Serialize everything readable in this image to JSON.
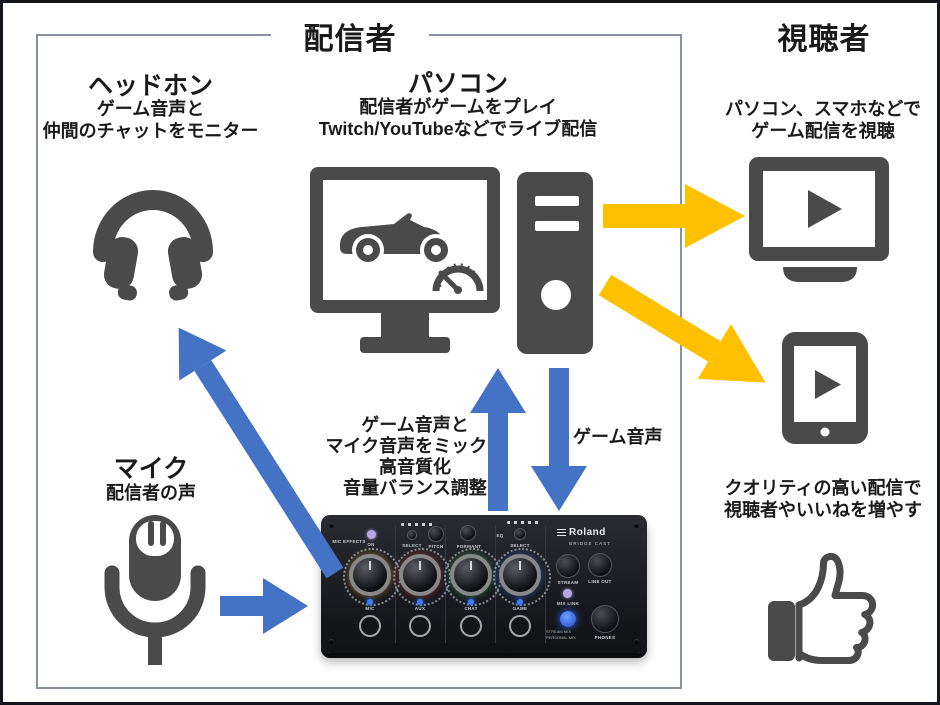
{
  "streamer": {
    "title": "配信者"
  },
  "viewer": {
    "title": "視聴者",
    "watch_line1": "パソコン、スマホなどで",
    "watch_line2": "ゲーム配信を視聴",
    "quality_line1": "クオリティの高い配信で",
    "quality_line2": "視聴者やいいねを増やす"
  },
  "headphones": {
    "title": "ヘッドホン",
    "desc_line1": "ゲーム音声と",
    "desc_line2": "仲間のチャットをモニター"
  },
  "pc": {
    "title": "パソコン",
    "desc_line1": "配信者がゲームをプレイ",
    "desc_line2": "Twitch/YouTubeなどでライブ配信"
  },
  "mic": {
    "title": "マイク",
    "desc": "配信者の声"
  },
  "mixer_note": {
    "line1": "ゲーム音声と",
    "line2": "マイク音声をミックス",
    "line3": "高音質化",
    "line4": "音量バランス調整"
  },
  "game_audio_label": "ゲーム音声",
  "device": {
    "brand": "Roland",
    "model": "BRIDGE CAST",
    "mic_effects": "MIC EFFECTS",
    "on": "ON",
    "select": "SELECT",
    "pitch": "PITCH",
    "formant": "FORMANT",
    "eq": "EQ",
    "channels": [
      "MIC",
      "AUX",
      "CHAT",
      "GAME"
    ],
    "stream": "STREAM",
    "line_out": "LINE OUT",
    "mix_link": "MIX LINK",
    "phones": "PHONES",
    "mix_mode_line1": "STREAM MIX",
    "mix_mode_line2": "PERSONAL MIX"
  },
  "colors": {
    "arrow_blue": "#4472C4",
    "arrow_yellow": "#FFC000",
    "icon_gray": "#4A4A4A",
    "box_border": "#8A939C",
    "knob_mic": "#D79A2B",
    "knob_aux": "#C03530",
    "knob_chat": "#2FA14D",
    "knob_game": "#2D5FD3"
  }
}
